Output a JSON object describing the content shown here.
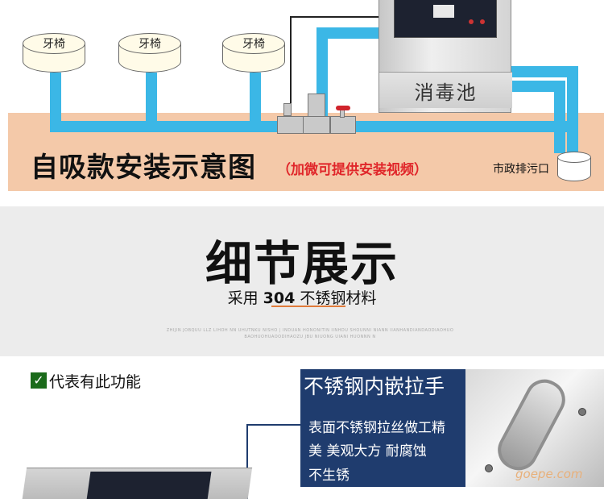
{
  "install_diagram": {
    "cylinders": [
      {
        "label": "牙椅"
      },
      {
        "label": "牙椅"
      },
      {
        "label": "牙椅"
      }
    ],
    "machine_label": "消毒池",
    "title": "自吸款安装示意图",
    "subtitle": "（加微可提供安装视频）",
    "drain_label": "市政排污口",
    "colors": {
      "pipe": "#3bb7e6",
      "ground": "#f4c9a9",
      "subtitle": "#e0262a"
    }
  },
  "details": {
    "title": "细节展示",
    "material_prefix": "采用 ",
    "material_highlight": "304",
    "material_suffix": " 不锈钢材料",
    "fine_print": "ZHIJIN JOBQUU LLZ LIHOH NN UHUTNKU NISHO | INDUAN HONONITIN IINHDU SHOUNNI NIANN IIANHANDIANDAODIAOHUO BAOHUOHUAOODIHAOZU JBU NIUONG UIANI HUONNN N"
  },
  "feature": {
    "check_icon": "check-icon",
    "legend": "代表有此功能",
    "callout_title": "不锈钢内嵌拉手",
    "callout_lines": [
      "表面不锈钢拉丝做工精",
      "美 美观大方  耐腐蚀",
      "不生锈"
    ],
    "watermark": "goepe.com",
    "colors": {
      "callout": "#1f3c6e",
      "check": "#1b6b1b"
    }
  }
}
